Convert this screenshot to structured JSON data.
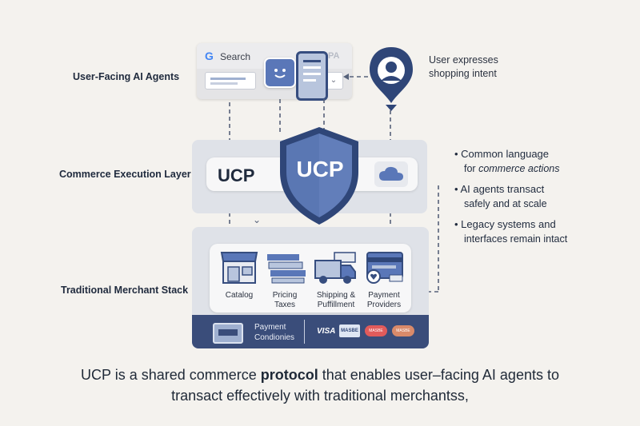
{
  "layers": {
    "agents": "User-Facing AI Agents",
    "execution": "Commerce Execution Layer",
    "merchant": "Traditional Merchant Stack"
  },
  "search": {
    "label": "Search",
    "tag": "PA"
  },
  "user_note": {
    "line1": "User expresses",
    "line2": "shopping intent"
  },
  "execution": {
    "ucp_left": "UCP",
    "shield": "UCP"
  },
  "merchant_tiles": [
    {
      "line1": "Catalog",
      "line2": ""
    },
    {
      "line1": "Pricing",
      "line2": "Taxes"
    },
    {
      "line1": "Shipping &",
      "line2": "Puffillment"
    },
    {
      "line1": "Payment",
      "line2": "Providers"
    }
  ],
  "payment_bar": {
    "label_line1": "Payment",
    "label_line2": "Condionies",
    "brands": [
      "VISA",
      "MASBE",
      "MASBE",
      "MASBE"
    ]
  },
  "bullets": [
    {
      "line1": "Common language",
      "line2_plain": "for ",
      "line2_em": "commerce actions"
    },
    {
      "line1": "AI agents transact",
      "line2_plain": "safely and at scale",
      "line2_em": ""
    },
    {
      "line1": "Legacy systems and",
      "line2_plain": "interfaces remain intact",
      "line2_em": ""
    }
  ],
  "caption": {
    "l1_a": "UCP is a shared commerce ",
    "l1_b": "protocol",
    "l1_c": " that enables user–facing AI agents to",
    "l2": "transact effectively with traditional merchantss,"
  },
  "colors": {
    "navy": "#3e5688",
    "shield": "#5570a6",
    "band": "#dfe2e8",
    "bar": "#3a4d7a"
  }
}
